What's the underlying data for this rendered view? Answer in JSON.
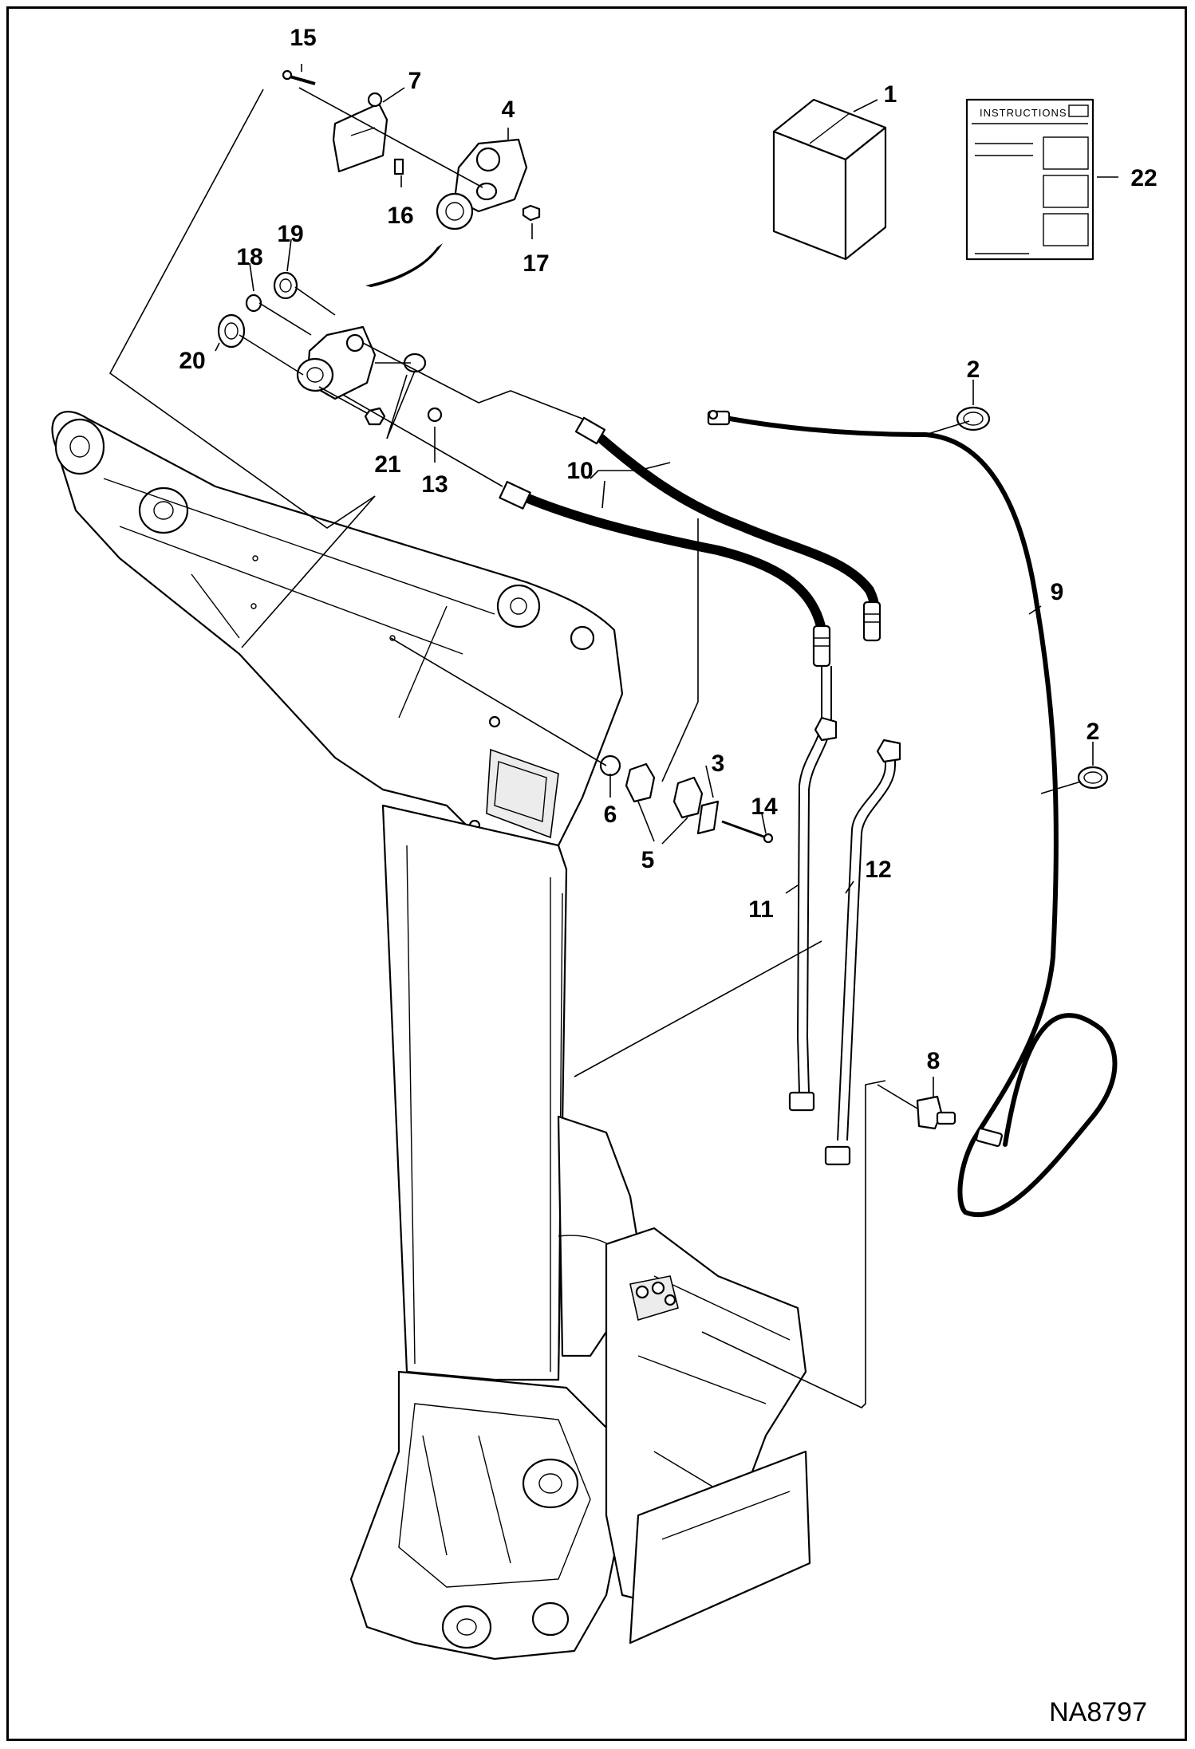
{
  "drawing": {
    "code": "NA8797",
    "instructions_title": "INSTRUCTIONS"
  },
  "callouts": [
    {
      "id": "c1",
      "label": "1"
    },
    {
      "id": "c2a",
      "label": "2"
    },
    {
      "id": "c2b",
      "label": "2"
    },
    {
      "id": "c3",
      "label": "3"
    },
    {
      "id": "c4",
      "label": "4"
    },
    {
      "id": "c5",
      "label": "5"
    },
    {
      "id": "c6",
      "label": "6"
    },
    {
      "id": "c7",
      "label": "7"
    },
    {
      "id": "c8",
      "label": "8"
    },
    {
      "id": "c9",
      "label": "9"
    },
    {
      "id": "c10",
      "label": "10"
    },
    {
      "id": "c11",
      "label": "11"
    },
    {
      "id": "c12",
      "label": "12"
    },
    {
      "id": "c13",
      "label": "13"
    },
    {
      "id": "c14",
      "label": "14"
    },
    {
      "id": "c15",
      "label": "15"
    },
    {
      "id": "c16",
      "label": "16"
    },
    {
      "id": "c17",
      "label": "17"
    },
    {
      "id": "c18",
      "label": "18"
    },
    {
      "id": "c19",
      "label": "19"
    },
    {
      "id": "c20",
      "label": "20"
    },
    {
      "id": "c21",
      "label": "21"
    },
    {
      "id": "c22",
      "label": "22"
    }
  ]
}
